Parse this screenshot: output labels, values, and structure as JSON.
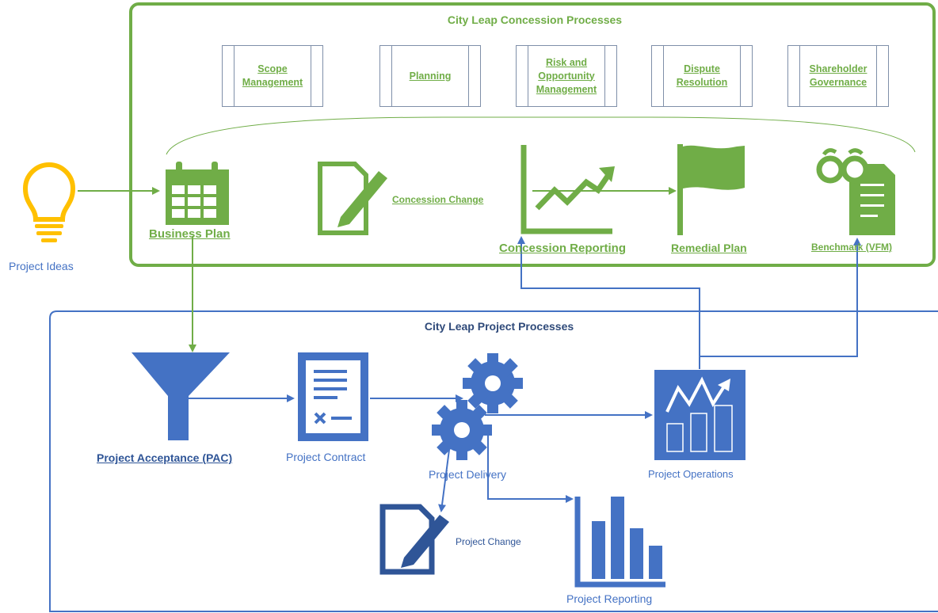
{
  "concession": {
    "title": "City Leap Concession Processes",
    "boxes": [
      "Scope Management",
      "Planning",
      "Risk and Opportunity Management",
      "Dispute Resolution",
      "Shareholder Governance"
    ],
    "nodes": {
      "business_plan": "Business Plan",
      "concession_change": "Concession Change",
      "concession_reporting": "Concession Reporting",
      "remedial_plan": "Remedial Plan",
      "benchmark": "Benchmark (VFM)"
    }
  },
  "project_ideas": "Project Ideas",
  "project": {
    "title": "City Leap Project Processes",
    "nodes": {
      "acceptance": "Project Acceptance (PAC)",
      "contract": "Project Contract",
      "delivery": "Project Delivery",
      "operations": "Project Operations",
      "change": "Project Change",
      "reporting": "Project Reporting"
    }
  },
  "colors": {
    "green": "#70ad47",
    "blue": "#4472c4",
    "dark_blue": "#2f5597",
    "gold": "#ffc000"
  }
}
